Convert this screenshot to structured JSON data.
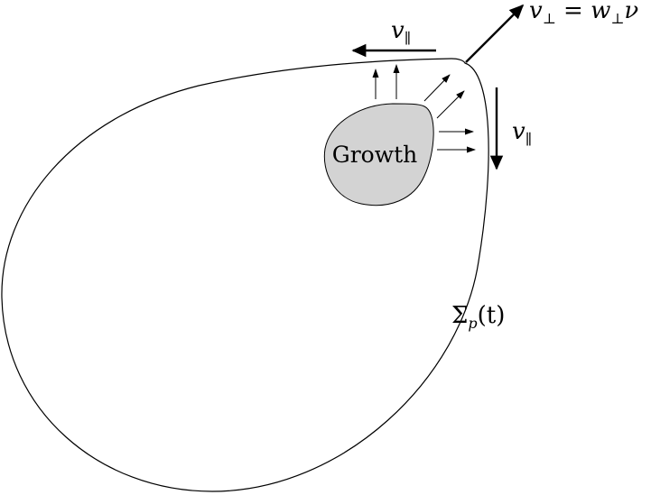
{
  "labels": {
    "growth": "Growth",
    "v_perp": {
      "v": "v",
      "sub": "⊥",
      "eq": " = ",
      "w": "w",
      "wsub": "⊥",
      "nu": "ν"
    },
    "v_par_top": {
      "v": "v",
      "sub": "∥"
    },
    "v_par_right": {
      "v": "v",
      "sub": "∥"
    },
    "sigma": {
      "S": "Σ",
      "sub": "p",
      "rest": "(t)"
    }
  },
  "colors": {
    "stroke": "#000000",
    "growth_fill": "#d3d3d3",
    "background": "#ffffff"
  }
}
